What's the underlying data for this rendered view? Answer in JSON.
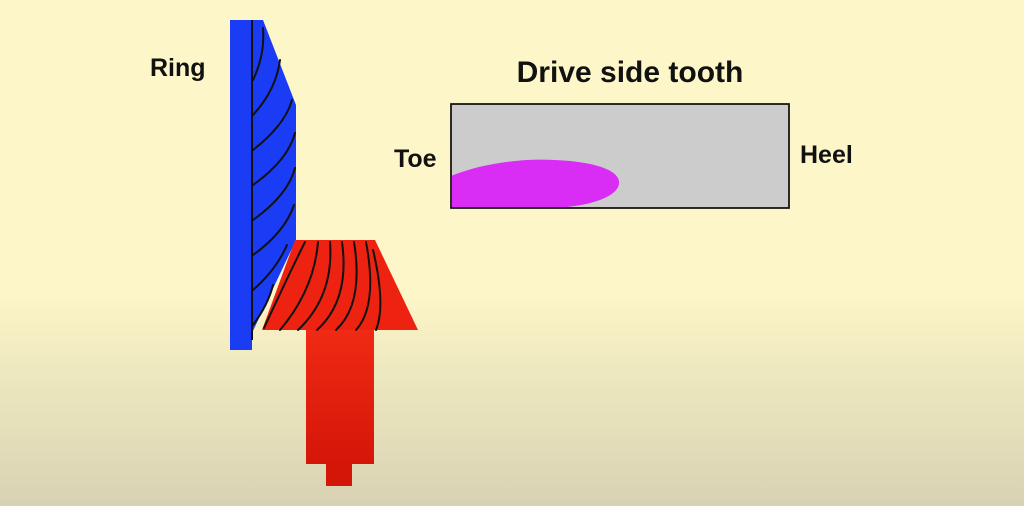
{
  "labels": {
    "ring": "Ring",
    "title": "Drive side tooth",
    "toe": "Toe",
    "heel": "Heel"
  },
  "colors": {
    "background": "#fdf6c8",
    "ring_gear": "#1a3cf5",
    "pinion_gear": "#ee2211",
    "tooth_face": "#cccccc",
    "contact_pattern": "#d92cf5",
    "gear_teeth_lines": "#111111"
  },
  "icons": {
    "ring_gear": "ring-gear",
    "pinion_gear": "pinion-gear",
    "tooth": "drive-side-tooth",
    "contact_pattern": "contact-pattern"
  }
}
